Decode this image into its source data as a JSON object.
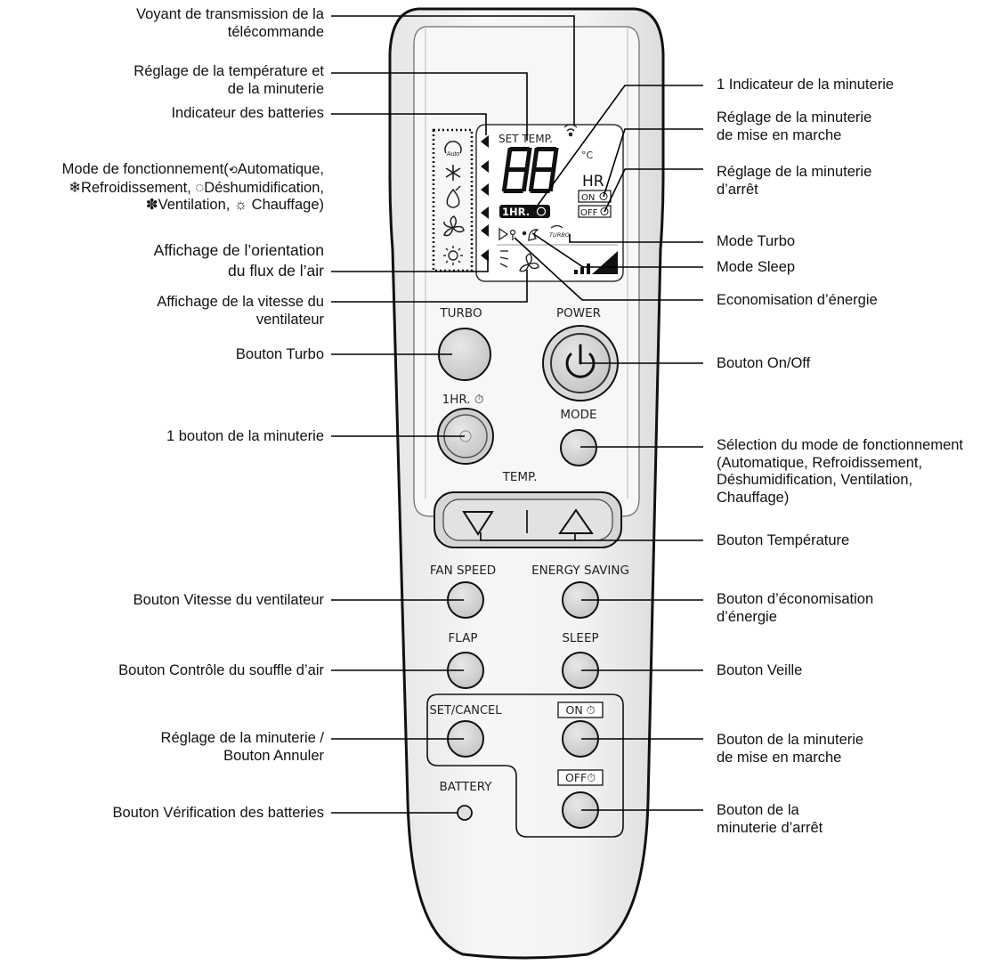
{
  "remote": {
    "set_temp": "SET TEMP.",
    "digits": "88",
    "celsius": "°C",
    "hr": "HR",
    "on_tag": "ON",
    "off_tag": "OFF",
    "one_hr_tag": "1HR.",
    "turbo_small": "TURBO",
    "buttons": {
      "turbo": "TURBO",
      "power": "POWER",
      "one_hr": "1HR. ⏱",
      "mode": "MODE",
      "temp": "TEMP.",
      "fan_speed": "FAN SPEED",
      "energy_saving": "ENERGY SAVING",
      "flap": "FLAP",
      "sleep": "SLEEP",
      "set_cancel": "SET/CANCEL",
      "on_timer": "ON ⏱",
      "off_timer": "OFF⏱",
      "battery": "BATTERY"
    },
    "mode_icons": [
      "auto-icon",
      "snowflake-icon",
      "droplet-icon",
      "fan-icon",
      "sun-icon"
    ]
  },
  "labels": {
    "left": {
      "transmission": [
        "Voyant de transmission de la",
        "télécommande"
      ],
      "temp_timer": [
        "Réglage de la température et",
        "de la minuterie"
      ],
      "battery_ind": [
        "Indicateur des batteries"
      ],
      "mode_op": {
        "line1_pre": "Mode de fonctionnement(",
        "line1_post": "Automatique,",
        "line2_a": "Refroidissement,",
        "line2_b": "Déshumidification,",
        "line3_a": "Ventilation,",
        "line3_b": "Chauffage)"
      },
      "airflow": [
        "Affichage de l’orientation",
        "du flux de l’air"
      ],
      "fan_display": [
        "Affichage de la vitesse du",
        "ventilateur"
      ],
      "turbo_btn": [
        "Bouton Turbo"
      ],
      "timer1_btn": [
        "1 bouton de la minuterie"
      ],
      "fan_btn": [
        "Bouton Vitesse du ventilateur"
      ],
      "flap_btn": [
        "Bouton Contrôle du souffle d’air"
      ],
      "setcancel": [
        "Réglage de la minuterie /",
        "Bouton Annuler"
      ],
      "battery_btn": [
        "Bouton Vérification des batteries"
      ]
    },
    "right": {
      "timer1_ind": [
        "1 Indicateur de la minuterie"
      ],
      "on_timer_set": [
        "Réglage de la minuterie",
        "de mise en marche"
      ],
      "off_timer_set": [
        "Réglage de la minuterie",
        "d’arrêt"
      ],
      "turbo_mode": [
        "Mode Turbo"
      ],
      "sleep_mode": [
        "Mode Sleep"
      ],
      "eco": [
        "Economisation d’énergie"
      ],
      "onoff_btn": [
        "Bouton On/Off"
      ],
      "mode_sel": [
        "Sélection du mode de fonctionnement",
        "(Automatique, Refroidissement,",
        "Déshumidification, Ventilation,",
        "Chauffage)"
      ],
      "temp_btn": [
        "Bouton Température"
      ],
      "energy_btn": [
        "Bouton d’économisation",
        "d’énergie"
      ],
      "sleep_btn": [
        "Bouton Veille"
      ],
      "on_timer_btn": [
        "Bouton de la minuterie",
        "de mise en marche"
      ],
      "off_timer_btn": [
        "Bouton de la",
        "minuterie d’arrêt"
      ]
    }
  },
  "colors": {
    "outline": "#111111",
    "body": "#f4f4f4",
    "button": "#d2d2d2",
    "line": "#000000"
  }
}
